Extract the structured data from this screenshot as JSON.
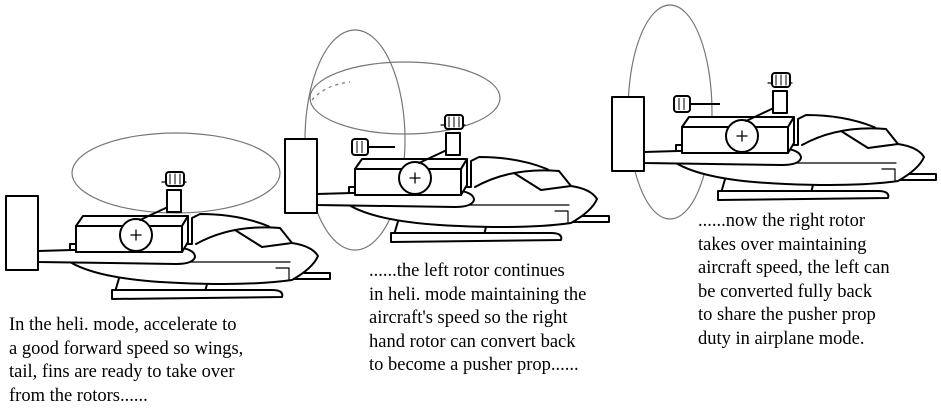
{
  "captions": {
    "stage1": [
      "In the heli. mode, accelerate to",
      "a good forward speed so wings,",
      "tail, fins are ready to take over",
      "from the rotors......"
    ],
    "stage2": [
      "......the left rotor continues",
      "in heli. mode maintaining the",
      "aircraft's speed so the right",
      "hand rotor can convert back",
      "to become a pusher prop......"
    ],
    "stage3": [
      "......now the right rotor",
      "takes over maintaining",
      "aircraft speed, the left can",
      "be converted fully back",
      "to share the pusher prop",
      "duty in airplane mode."
    ]
  }
}
